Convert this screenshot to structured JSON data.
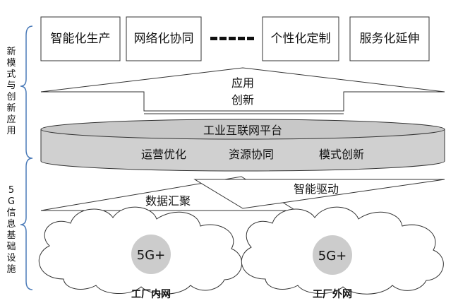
{
  "top_row": {
    "boxes": [
      "智能化生产",
      "网络化协同",
      "个性化定制",
      "服务化延伸"
    ]
  },
  "arrow_up": {
    "line1": "应用",
    "line2": "创新"
  },
  "platform": {
    "title": "工业互联网平台",
    "items": [
      "运营优化",
      "资源协同",
      "模式创新"
    ]
  },
  "arrows": {
    "left": "数据汇聚",
    "right": "智能驱动"
  },
  "clouds": [
    {
      "badge": "5G+",
      "label": "工厂内网"
    },
    {
      "badge": "5G+",
      "label": "工厂外网"
    }
  ],
  "side_labels": {
    "top": "新模式与创新应用",
    "bottom": "5G信息基础设施"
  },
  "colors": {
    "gray": "#d0d0d0",
    "cylinder_top": "#c8c8c8",
    "badge": "#cccccc",
    "bracket": "#4a7ab8"
  }
}
